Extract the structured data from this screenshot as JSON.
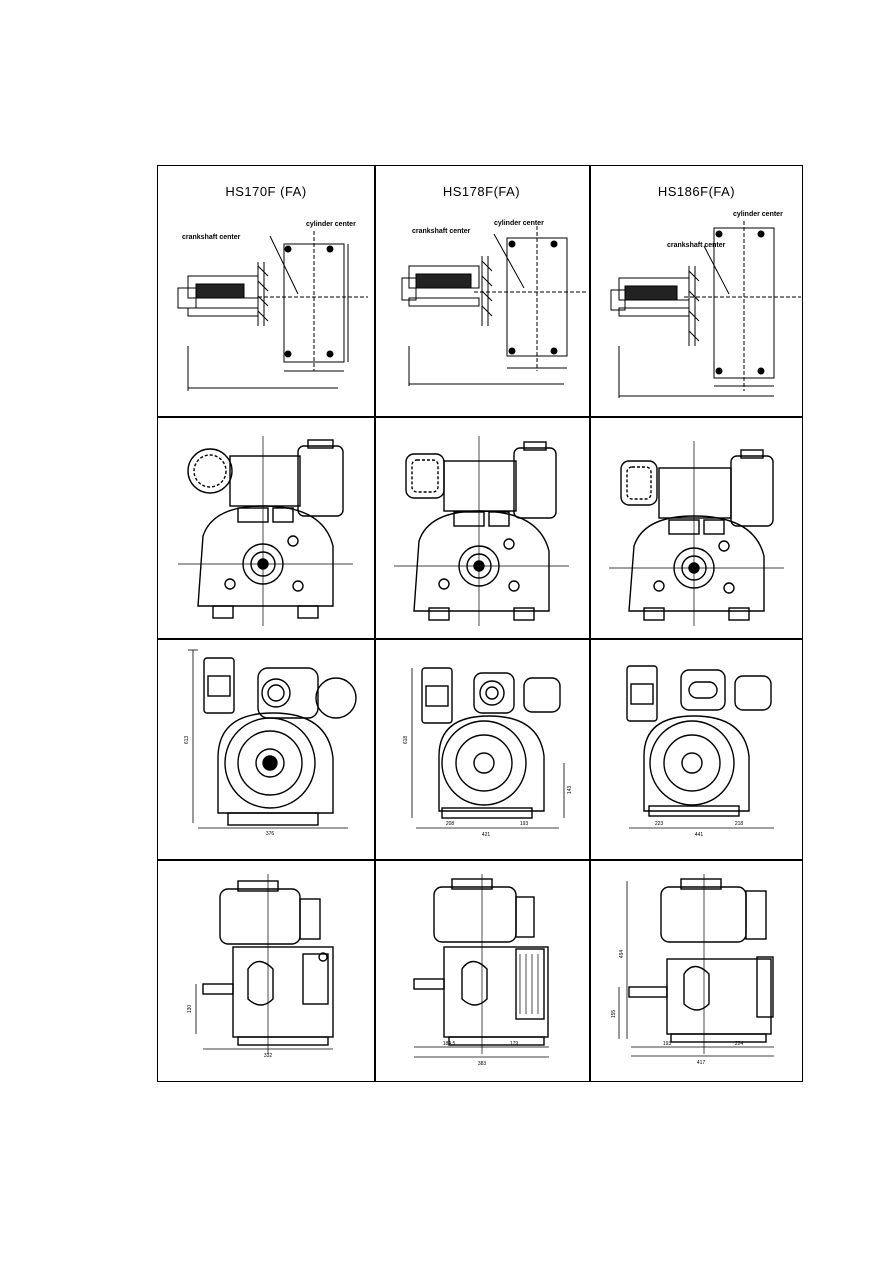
{
  "models": [
    {
      "title": "HS170F (FA)",
      "crankshaft_label": "crankshaft center",
      "cylinder_label": "cylinder center",
      "front_height": "613",
      "front_width": "376",
      "side_height": "130",
      "side_width": "332"
    },
    {
      "title": "HS178F(FA)",
      "crankshaft_label": "crankshaft center",
      "cylinder_label": "cylinder center",
      "front_height": "618",
      "front_left": "208",
      "front_right": "193",
      "front_width": "421",
      "front_axis": "143",
      "side_left": "184.5",
      "side_right": "179",
      "side_width": "383"
    },
    {
      "title": "HS186F(FA)",
      "crankshaft_label": "crankshaft center",
      "cylinder_label": "cylinder center",
      "front_left": "223",
      "front_right": "218",
      "front_width": "441",
      "side_height": "494",
      "side_axis": "155",
      "side_left": "193",
      "side_right": "224",
      "side_width": "417"
    }
  ]
}
